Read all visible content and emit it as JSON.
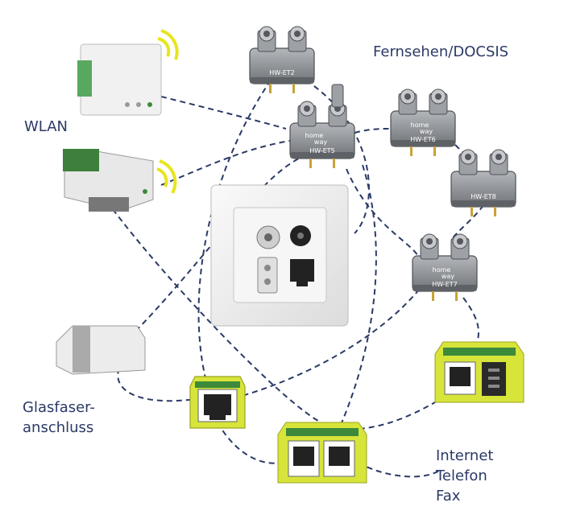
{
  "labels": {
    "tv": "Fernsehen/DOCSIS",
    "wlan": "WLAN",
    "glas_line1": "Glasfaser-",
    "glas_line2": "anschluss",
    "inet_line1": "Internet",
    "inet_line2": "Telefon",
    "inet_line3": "Fax"
  },
  "modules": {
    "et2": "HW-ET2",
    "et5": "HW-ET5",
    "et6": "HW-ET6",
    "et8": "HW-ET8",
    "et7": "HW-ET7"
  },
  "brand_line1": "home",
  "brand_line2": "way",
  "colors": {
    "label_text": "#2b3a66",
    "dashed_line": "#2b3a66",
    "wifi_arcs": "#e8e51c",
    "module_yellow": "#cfe02a",
    "module_green": "#3c8a3a",
    "coax_module": "#8c8f93"
  }
}
